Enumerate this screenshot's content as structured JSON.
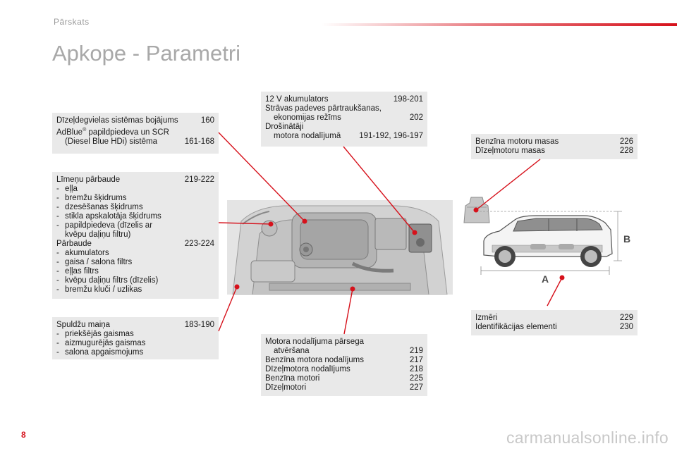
{
  "header": {
    "section": "Pārskats",
    "title": "Apkope - Parametri"
  },
  "box_fuel": {
    "r1_label": "Dīzeļdegvielas sistēmas bojājums",
    "r1_pages": "160",
    "r2_label": "AdBlue",
    "r2_sup": "®",
    "r2_rest": " papildpiedeva un SCR",
    "r3_label": "(Diesel Blue HDi) sistēma",
    "r3_pages": "161-168"
  },
  "box_levels": {
    "h1_label": "Līmeņu pārbaude",
    "h1_pages": "219-222",
    "items1": [
      "eļļa",
      "bremžu šķidrums",
      "dzesēšanas šķidrums",
      "stikla apskalotāja šķidrums",
      "papildpiedeva (dīzelis ar",
      "kvēpu daļiņu filtru)"
    ],
    "h2_label": "Pārbaude",
    "h2_pages": "223-224",
    "items2": [
      "akumulators",
      "gaisa / salona filtrs",
      "eļļas filtrs",
      "kvēpu daļiņu filtrs (dīzelis)",
      "bremžu kluči / uzlikas"
    ]
  },
  "box_lamps": {
    "h_label": "Spuldžu maiņa",
    "h_pages": "183-190",
    "items": [
      "priekšējās gaismas",
      "aizmugurējās gaismas",
      "salona apgaismojums"
    ]
  },
  "box_battery": {
    "r1_label": "12 V akumulators",
    "r1_pages": "198-201",
    "r2_label": "Strāvas padeves pārtraukšanas,",
    "r3_label": "ekonomijas režīms",
    "r3_pages": "202",
    "r4_label": "Drošinātāji",
    "r5_label": "motora nodalījumā",
    "r5_pages": "191-192, 196-197"
  },
  "box_engine": {
    "r1_label": "Motora nodalījuma pārsega",
    "r2_label": "atvēršana",
    "r2_pages": "219",
    "r3_label": "Benzīna motora nodalījums",
    "r3_pages": "217",
    "r4_label": "Dīzeļmotora nodalījums",
    "r4_pages": "218",
    "r5_label": "Benzīna motori",
    "r5_pages": "225",
    "r6_label": "Dīzeļmotori",
    "r6_pages": "227"
  },
  "box_mass": {
    "r1_label": "Benzīna motoru masas",
    "r1_pages": "226",
    "r2_label": "Dīzeļmotoru masas",
    "r2_pages": "228"
  },
  "box_dims": {
    "r1_label": "Izmēri",
    "r1_pages": "229",
    "r2_label": "Identifikācijas elementi",
    "r2_pages": "230"
  },
  "car_labels": {
    "length": "A",
    "height": "B"
  },
  "footer": {
    "page_number": "8",
    "watermark": "carmanualsonline.info"
  },
  "colors": {
    "accent": "#d6111b",
    "box_bg": "#e9e9e9",
    "title": "#a8a8a8"
  },
  "icons": [
    "engine-bay-illustration",
    "car-side-view-illustration",
    "weight-icon"
  ]
}
